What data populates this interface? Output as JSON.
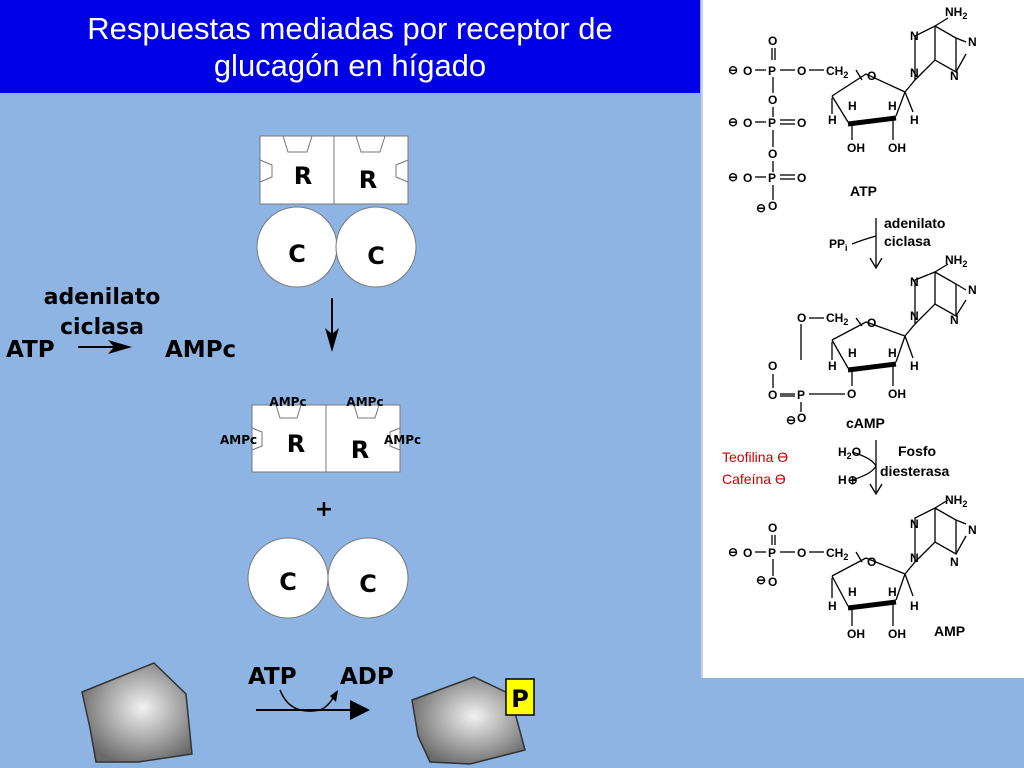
{
  "title": {
    "line1": "Respuestas mediadas por receptor de",
    "line2": "glucagón en hígado"
  },
  "left": {
    "enzyme_line1": "adenilato",
    "enzyme_line2": "ciclasa",
    "substrate": "ATP",
    "product": "AMPc",
    "regulatory_label": "R",
    "catalytic_label": "C",
    "bound_label": "AMPc",
    "plus": "+",
    "atp": "ATP",
    "adp": "ADP",
    "phosphate": "P"
  },
  "right": {
    "nh2": "NH",
    "nh2_sub": "2",
    "ch2": "CH",
    "ch2_sub": "2",
    "oxygen": "O",
    "phosphorus": "P",
    "nitrogen": "N",
    "hydrogen": "H",
    "hydroxyl": "OH",
    "minus": "⊖",
    "plus": "⊕",
    "atp_label": "ATP",
    "enzyme1_line1": "adenilato",
    "enzyme1_line2": "ciclasa",
    "ppi": "PP",
    "ppi_sub": "i",
    "camp_label": "cAMP",
    "h2o": "H",
    "h2o_sub": "2",
    "h2o_o": "O",
    "enzyme2_line1": "Fosfo",
    "enzyme2_line2": "diesterasa",
    "inhibitor1": "Teofilina ϴ",
    "inhibitor2": "Cafeína ϴ",
    "amp_label": "AMP"
  },
  "colors": {
    "background": "#8eb4e3",
    "title_bar": "#0000e6",
    "inhibitor_text": "#cc0000",
    "phosphate_box": "#ffff00"
  }
}
